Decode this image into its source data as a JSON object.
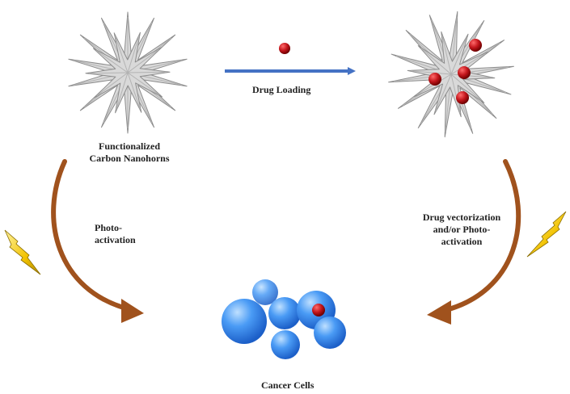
{
  "labels": {
    "nanohorns_line1": "Functionalized",
    "nanohorns_line2": "Carbon  Nanohorns",
    "drug_loading": "Drug Loading",
    "photo_line1": "Photo-",
    "photo_line2": "activation",
    "vector_line1": "Drug vectorization",
    "vector_line2": "and/or  Photo-",
    "vector_line3": "activation",
    "cancer_cells": "Cancer Cells"
  },
  "colors": {
    "nanohorn_fill": "#d9d9d9",
    "nanohorn_stroke": "#8c8c8c",
    "drug_red": "#c4161c",
    "loading_arrow": "#4472c4",
    "curved_arrow": "#a0521d",
    "lightning": "#f2c200",
    "cell_blue": "#3a8ef0"
  },
  "icons": {
    "left_bolt": "lightning-bolt-icon",
    "right_bolt": "lightning-bolt-icon"
  }
}
